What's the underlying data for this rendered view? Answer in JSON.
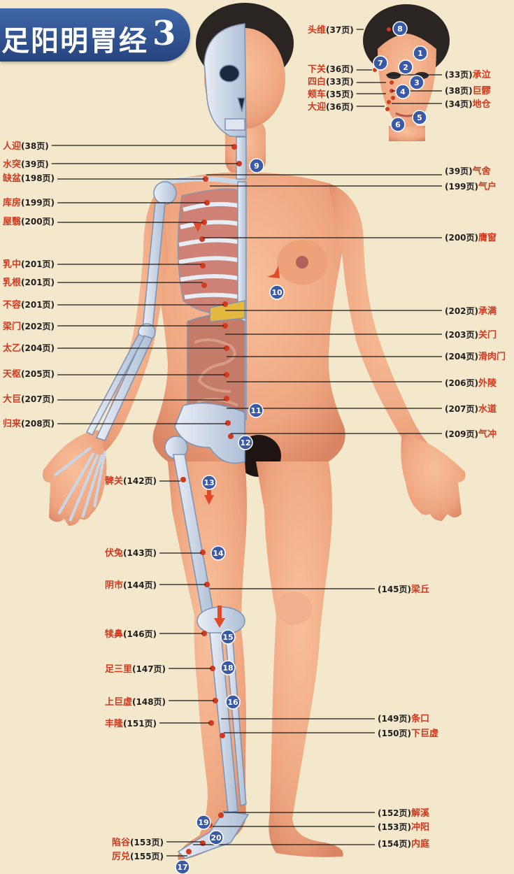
{
  "title": "足阳明胃经",
  "title_number": "3",
  "left_labels": [
    {
      "name": "头维",
      "page": "(37页)"
    },
    {
      "name": "下关",
      "page": "(36页)"
    },
    {
      "name": "四白",
      "page": "(33页)"
    },
    {
      "name": "颊车",
      "page": "(35页)"
    },
    {
      "name": "大迎",
      "page": "(36页)"
    },
    {
      "name": "人迎",
      "page": "(38页)"
    },
    {
      "name": "水突",
      "page": "(39页)"
    },
    {
      "name": "缺盆",
      "page": "(198页)"
    },
    {
      "name": "库房",
      "page": "(199页)"
    },
    {
      "name": "屋翳",
      "page": "(200页)"
    },
    {
      "name": "乳中",
      "page": "(201页)"
    },
    {
      "name": "乳根",
      "page": "(201页)"
    },
    {
      "name": "不容",
      "page": "(201页)"
    },
    {
      "name": "梁门",
      "page": "(202页)"
    },
    {
      "name": "太乙",
      "page": "(204页)"
    },
    {
      "name": "天枢",
      "page": "(205页)"
    },
    {
      "name": "大巨",
      "page": "(207页)"
    },
    {
      "name": "归来",
      "page": "(208页)"
    },
    {
      "name": "髀关",
      "page": "(142页)"
    },
    {
      "name": "伏兔",
      "page": "(143页)"
    },
    {
      "name": "阴市",
      "page": "(144页)"
    },
    {
      "name": "犊鼻",
      "page": "(146页)"
    },
    {
      "name": "足三里",
      "page": "(147页)"
    },
    {
      "name": "上巨虚",
      "page": "(148页)"
    },
    {
      "name": "丰隆",
      "page": "(151页)"
    },
    {
      "name": "陷谷",
      "page": "(153页)"
    },
    {
      "name": "厉兑",
      "page": "(155页)"
    }
  ],
  "right_labels": [
    {
      "name": "承泣",
      "page": "(33页)"
    },
    {
      "name": "巨髎",
      "page": "(38页)"
    },
    {
      "name": "地仓",
      "page": "(34页)"
    },
    {
      "name": "气舍",
      "page": "(39页)"
    },
    {
      "name": "气户",
      "page": "(199页)"
    },
    {
      "name": "膺窗",
      "page": "(200页)"
    },
    {
      "name": "承满",
      "page": "(202页)"
    },
    {
      "name": "关门",
      "page": "(203页)"
    },
    {
      "name": "滑肉门",
      "page": "(204页)"
    },
    {
      "name": "外陵",
      "page": "(206页)"
    },
    {
      "name": "水道",
      "page": "(207页)"
    },
    {
      "name": "气冲",
      "page": "(209页)"
    },
    {
      "name": "梁丘",
      "page": "(145页)"
    },
    {
      "name": "条口",
      "page": "(149页)"
    },
    {
      "name": "下巨虚",
      "page": "(150页)"
    },
    {
      "name": "解溪",
      "page": "(152页)"
    },
    {
      "name": "冲阳",
      "page": "(153页)"
    },
    {
      "name": "内庭",
      "page": "(154页)"
    }
  ],
  "badges": [
    "1",
    "2",
    "3",
    "4",
    "5",
    "6",
    "7",
    "8",
    "9",
    "10",
    "11",
    "12",
    "13",
    "14",
    "15",
    "16",
    "17",
    "18",
    "19",
    "20"
  ],
  "colors": {
    "background": "#f3e7cc",
    "skin": "#eea57f",
    "bone": "#c9d6e6",
    "badge": "#3b5aa6",
    "point": "#d23a1f",
    "leader": "#1a1a1a",
    "title_bg": "#2f4f8f"
  }
}
